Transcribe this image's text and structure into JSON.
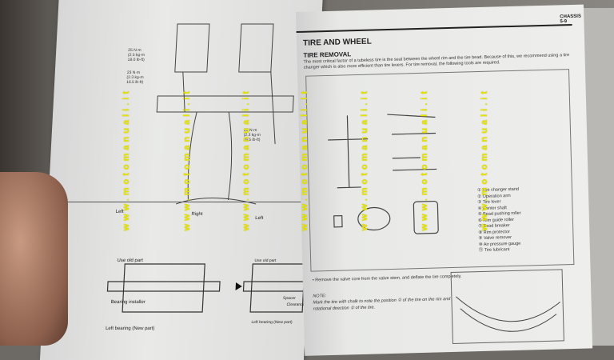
{
  "left_page": {
    "torques": [
      {
        "nm": "25 N·m",
        "kgm": "(2.5 kg-m",
        "lbft": "18.0 lb-ft)"
      },
      {
        "nm": "23 N·m",
        "kgm": "(2.3 kg-m",
        "lbft": "16.5 lb-ft)"
      },
      {
        "nm": "23 N·m",
        "kgm": "(2.3 kg-m",
        "lbft": "16.5 lb-ft)"
      }
    ],
    "left_label": "Left",
    "right_label": "Right",
    "left_label_2": "Left",
    "use_old_part": "Use old part",
    "use_old_part_2": "Use old part",
    "bearing_installer": "Bearing installer",
    "left_bearing": "Left bearing (New part)",
    "left_bearing_2": "Left bearing (New part)",
    "spacer": "Spacer",
    "clearance": "Clearance"
  },
  "right_page": {
    "header": "CHASSIS 5-9",
    "title": "TIRE AND WHEEL",
    "subtitle": "TIRE REMOVAL",
    "paragraph": "The most critical factor of a tubeless tire is the seal between the wheel rim and the tire bead. Because of this, we recommend using a tire changer which is also more efficient than tire levers. For tire removal, the following tools are required.",
    "tools": [
      "① Tire changer stand",
      "② Operation arm",
      "③ Tire lever",
      "④ Center shaft",
      "⑤ Bead pushing roller",
      "⑥ Rim guide roller",
      "⑦ Bead breaker",
      "⑧ Rim protector",
      "⑨ Valve remover",
      "⑩ Air pressure gauge",
      "⑪ Tire lubricant"
    ],
    "bullet": "• Remove the valve core from the valve stem, and deflate the tire completely.",
    "note_title": "NOTE:",
    "note": "Mark the tire with chalk to note the position ① of the tire on the rim and rotational direction ② of the tire."
  },
  "watermark": "www.motomanuali.it",
  "colors": {
    "watermark": "#e8e400",
    "paper": "#e9eae8"
  }
}
